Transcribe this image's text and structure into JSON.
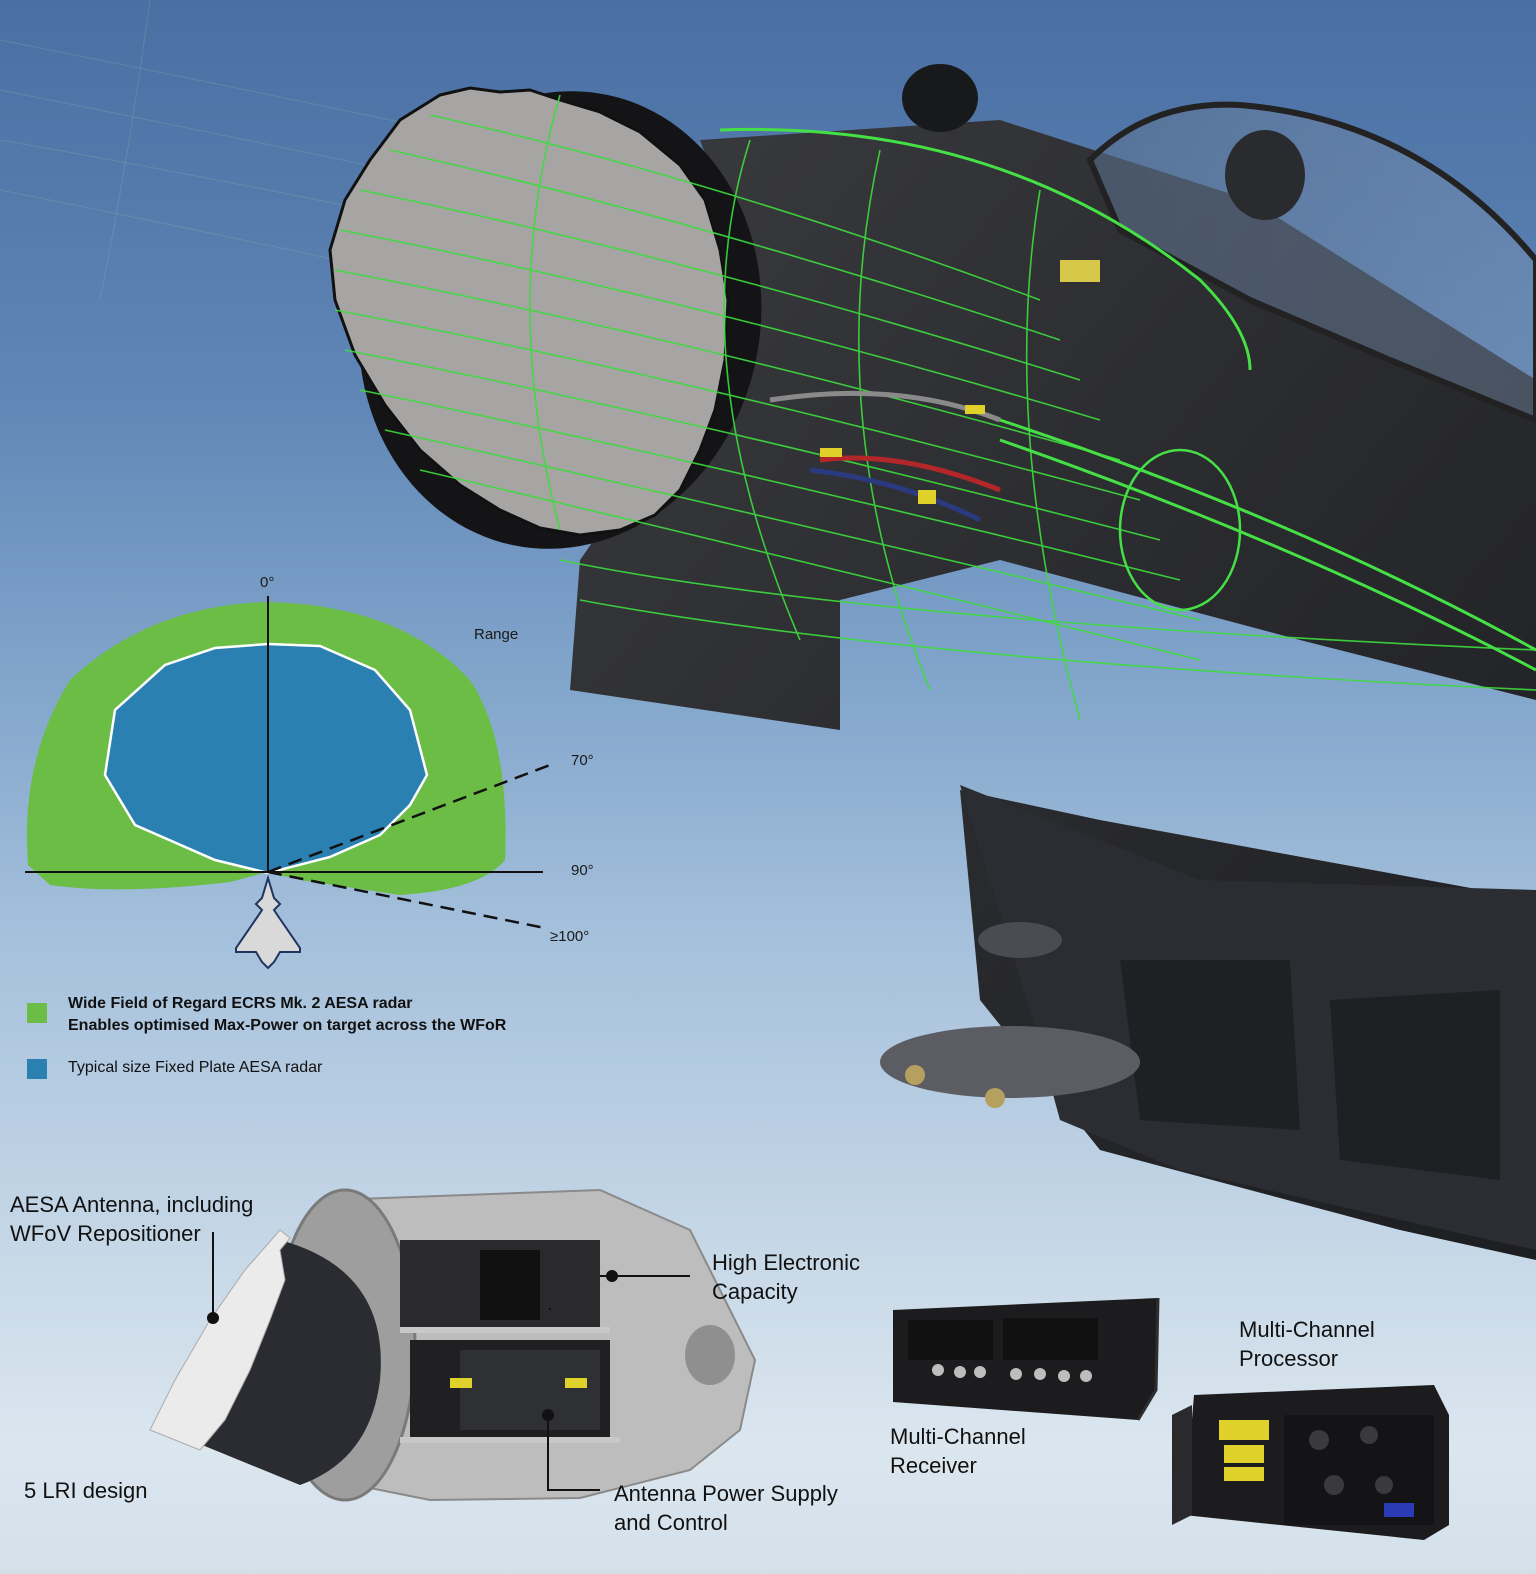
{
  "diagram": {
    "field_of_regard": {
      "axis_labels": {
        "top": "0°",
        "range": "Range",
        "angle_70": "70°",
        "angle_90": "90°",
        "angle_100": "≥100°"
      },
      "colors": {
        "wide_field": "#6cbd45",
        "fixed_plate": "#2a80b0",
        "outline": "#ffffff",
        "axis": "#111111",
        "aircraft": "#d9d9d9"
      }
    },
    "legend": [
      {
        "color": "#6cbd45",
        "line1": "Wide Field of Regard ECRS Mk. 2 AESA radar",
        "line2": "Enables optimised Max-Power on target across the WFoR"
      },
      {
        "color": "#2a80b0",
        "line1": "Typical size Fixed Plate AESA radar"
      }
    ],
    "component_labels": {
      "antenna_line1": "AESA Antenna, including",
      "antenna_line2": "WFoV Repositioner",
      "electronic_line1": "High Electronic",
      "electronic_line2": "Capacity",
      "power_line1": "Antenna Power Supply",
      "power_line2": "and Control",
      "lri": "5 LRI design",
      "receiver_line1": "Multi-Channel",
      "receiver_line2": "Receiver",
      "processor_line1": "Multi-Channel",
      "processor_line2": "Processor"
    },
    "render_colors": {
      "wireframe": "#3ddc3d",
      "antenna_face": "#a7a5a4",
      "fuselage": "#2a2b2e",
      "housing": "#bdbdbd",
      "lru": "#1c1c1e"
    }
  }
}
